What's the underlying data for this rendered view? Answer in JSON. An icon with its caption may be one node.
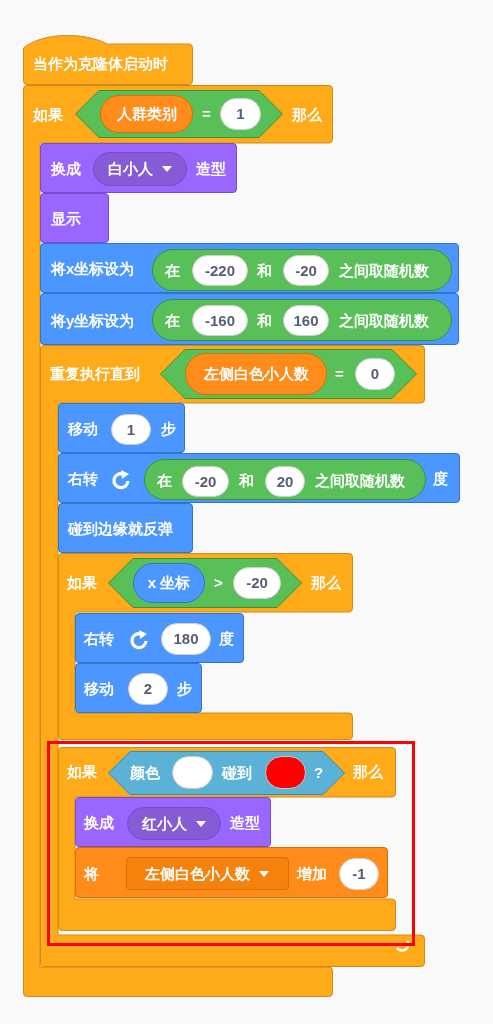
{
  "diagram": {
    "nodes": [
      {
        "text": [
          "当作为克隆体启动时"
        ]
      },
      {
        "text": [
          "如果",
          "那么"
        ]
      },
      {
        "text": [
          "="
        ],
        "in": 1
      },
      {
        "text": [
          "人群类别"
        ],
        "in": 2
      },
      {
        "text": [
          "1"
        ],
        "in": 2
      },
      {
        "text": [
          "换成",
          "造型"
        ],
        "in": 1
      },
      {
        "text": [
          "白小人"
        ],
        "in": 5
      },
      {
        "text": [
          "显示"
        ],
        "in": 1
      },
      {
        "text": [
          "将x坐标设为"
        ]
      },
      {
        "text": [
          "在",
          "和",
          "之间取随机数"
        ],
        "in": 8
      },
      {
        "text": [
          "-220"
        ],
        "in": 9
      },
      {
        "text": [
          "-20"
        ],
        "in": 9
      },
      {
        "text": [
          "将y坐标设为"
        ]
      },
      {
        "text": [
          "在",
          "和",
          "之间取随机数"
        ],
        "in": 12
      },
      {
        "text": [
          "-160"
        ],
        "in": 13
      },
      {
        "text": [
          "160"
        ],
        "in": 13
      },
      {
        "text": [
          "重复执行直到"
        ]
      },
      {
        "text": [
          "="
        ],
        "in": 16
      },
      {
        "text": [
          "左侧白色小人数"
        ],
        "in": 17
      },
      {
        "text": [
          "0"
        ],
        "in": 17
      },
      {
        "text": [
          "移动",
          "步"
        ],
        "in": 16
      },
      {
        "text": [
          "1"
        ],
        "in": 20
      },
      {
        "text": [
          "右转",
          "度"
        ],
        "in": 16
      },
      {
        "text": [
          "在",
          "和",
          "之间取随机数"
        ],
        "in": 22
      },
      {
        "text": [
          "-20"
        ],
        "in": 23
      },
      {
        "text": [
          "20"
        ],
        "in": 23
      },
      {
        "text": [
          "碰到边缘就反弹"
        ],
        "in": 16
      },
      {
        "text": [
          "如果",
          "那么"
        ],
        "in": 16
      },
      {
        "text": [
          ">"
        ],
        "in": 27
      },
      {
        "text": [
          "x 坐标"
        ],
        "in": 28
      },
      {
        "text": [
          "-20"
        ],
        "in": 28
      },
      {
        "text": [
          "右转",
          "度"
        ],
        "in": 27
      },
      {
        "text": [
          "180"
        ],
        "in": 31
      },
      {
        "text": [
          "移动",
          "步"
        ],
        "in": 27
      },
      {
        "text": [
          "2"
        ],
        "in": 33
      },
      {
        "text": [
          "如果",
          "那么"
        ],
        "in": 16
      },
      {
        "text": [
          "颜色",
          "碰到",
          "?"
        ],
        "in": 35
      },
      {
        "text": [],
        "shape": "oval",
        "in": 36
      },
      {
        "text": [],
        "shape": "oval",
        "in": 36
      },
      {
        "text": [
          "换成",
          "造型"
        ],
        "in": 35
      },
      {
        "text": [
          "红小人"
        ],
        "in": 39
      },
      {
        "text": [
          "将",
          "增加"
        ],
        "in": 35
      },
      {
        "text": [
          "左侧白色小人数"
        ],
        "in": 41
      },
      {
        "text": [
          "-1"
        ],
        "in": 41
      }
    ]
  }
}
